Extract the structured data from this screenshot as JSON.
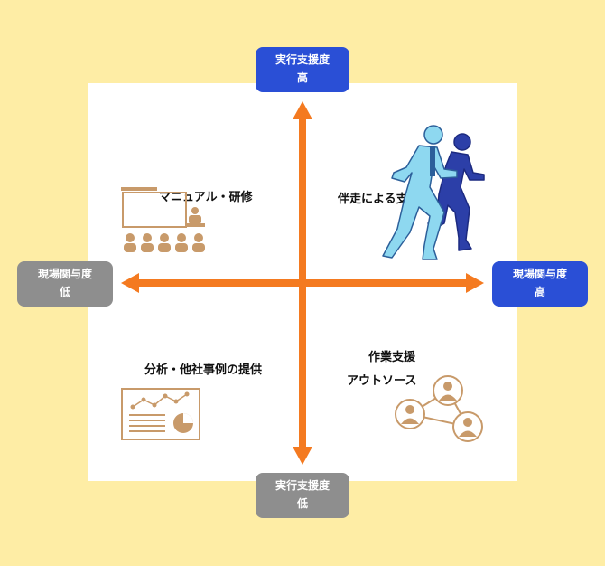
{
  "axes": {
    "top": {
      "line1": "実行支援度",
      "line2": "高",
      "color": "#2A4FD6"
    },
    "bottom": {
      "line1": "実行支援度",
      "line2": "低",
      "color": "#8E8E8E"
    },
    "left": {
      "line1": "現場関与度",
      "line2": "低",
      "color": "#8E8E8E"
    },
    "right": {
      "line1": "現場関与度",
      "line2": "高",
      "color": "#2A4FD6"
    },
    "arrow_color": "#F47A20"
  },
  "quadrants": {
    "top_left": {
      "label": "マニュアル・研修",
      "icon": "training-presentation-icon"
    },
    "top_right": {
      "label": "伴走による支援",
      "icon": "runners-icon"
    },
    "bottom_left": {
      "label": "分析・他社事例の提供",
      "icon": "analysis-chart-icon"
    },
    "bottom_right": {
      "line1": "作業支援",
      "line2": "アウトソース",
      "icon": "network-people-icon"
    }
  },
  "colors": {
    "background": "#FEEDA5",
    "panel": "#FFFFFF",
    "icon_brown": "#C89A6A"
  }
}
